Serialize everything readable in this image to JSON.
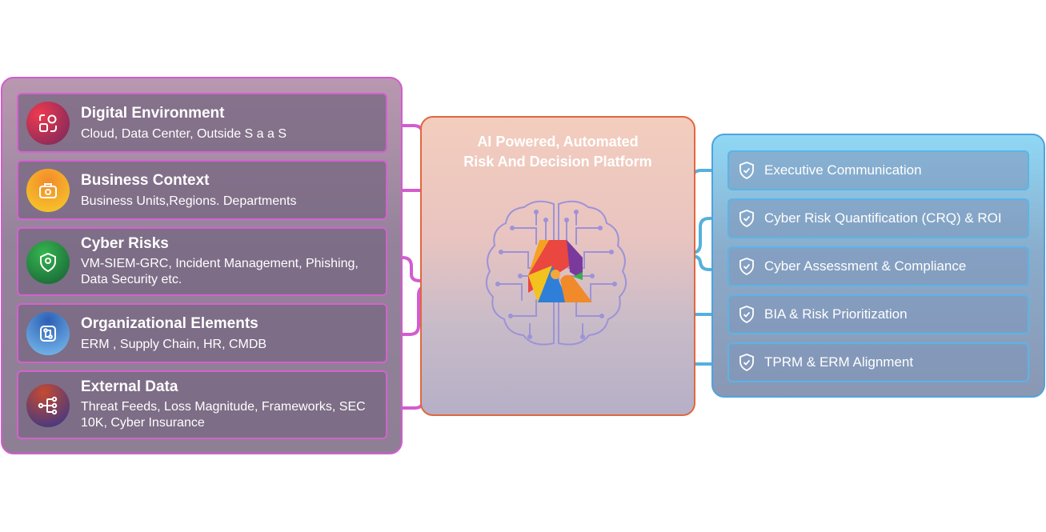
{
  "inputs": [
    {
      "title": "Digital Environment",
      "description": "Cloud, Data Center, Outside S a a S",
      "icon": "apps-icon",
      "colors": [
        "#e8324a",
        "#5a2a6e"
      ]
    },
    {
      "title": "Business Context",
      "description": "Business Units,Regions. Departments",
      "icon": "briefcase-icon",
      "colors": [
        "#f47b28",
        "#f5c429"
      ]
    },
    {
      "title": "Cyber Risks",
      "description": "VM-SIEM-GRC, Incident Management, Phishing, Data Security etc.",
      "icon": "location-shield-icon",
      "colors": [
        "#2fa84a",
        "#1b6b3a"
      ]
    },
    {
      "title": "Organizational Elements",
      "description": "ERM , Supply Chain, HR, CMDB",
      "icon": "flow-icon",
      "colors": [
        "#2f61b8",
        "#6fb0e6"
      ]
    },
    {
      "title": "External Data",
      "description": "Threat Feeds, Loss Magnitude, Frameworks, SEC 10K, Cyber Insurance",
      "icon": "share-nodes-icon",
      "colors": [
        "#c94a2e",
        "#4d3a7a"
      ]
    }
  ],
  "platform": {
    "title_line1": "AI Powered, Automated",
    "title_line2": "Risk And Decision Platform",
    "logo_icon": "brain-circuit-icon"
  },
  "outputs": [
    {
      "label": "Executive Communication",
      "icon": "shield-check-icon"
    },
    {
      "label": "Cyber Risk Quantification (CRQ) & ROI",
      "icon": "shield-check-icon"
    },
    {
      "label": "Cyber Assessment & Compliance",
      "icon": "shield-check-icon"
    },
    {
      "label": "BIA & Risk Prioritization",
      "icon": "shield-check-icon"
    },
    {
      "label": "TPRM & ERM Alignment",
      "icon": "shield-check-icon"
    }
  ],
  "colors": {
    "input_accent": "#d35ccf",
    "platform_accent": "#e0683e",
    "output_accent": "#4fa3dd"
  }
}
